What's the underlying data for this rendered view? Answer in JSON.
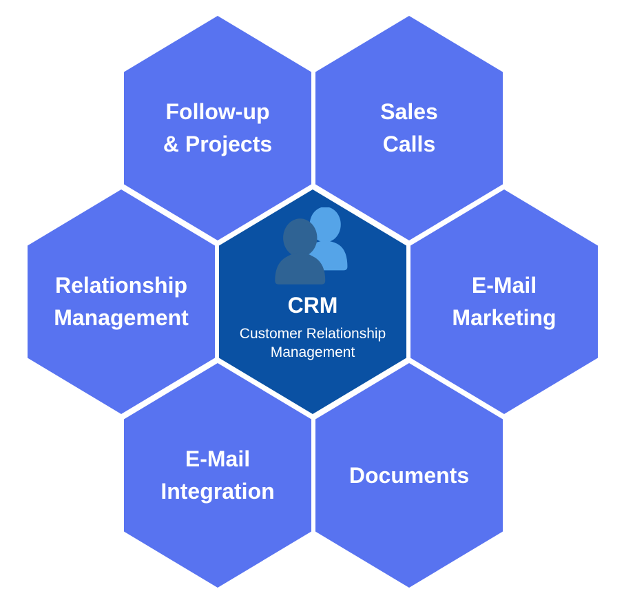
{
  "colors": {
    "background": "#FFFFFF",
    "satellite_fill": "#5873F0",
    "center_fill": "#0A51A3",
    "label_text": "#FFFFFF",
    "icon_front_person": "#2F6394",
    "icon_back_person": "#55A4E8"
  },
  "center_hex": {
    "title": "CRM",
    "subtitle_line1": "Customer Relationship",
    "subtitle_line2": "Management",
    "icon": "people-icon"
  },
  "satellites": [
    {
      "id": "follow-up-projects",
      "position": "top-left",
      "line1": "Follow-up",
      "line2": "& Projects"
    },
    {
      "id": "sales-calls",
      "position": "top-right",
      "line1": "Sales",
      "line2": "Calls"
    },
    {
      "id": "relationship-management",
      "position": "middle-left",
      "line1": "Relationship",
      "line2": "Management"
    },
    {
      "id": "e-mail-marketing",
      "position": "middle-right",
      "line1": "E-Mail",
      "line2": "Marketing"
    },
    {
      "id": "e-mail-integration",
      "position": "bottom-left",
      "line1": "E-Mail",
      "line2": "Integration"
    },
    {
      "id": "documents",
      "position": "bottom-right",
      "line1": "Documents",
      "line2": ""
    }
  ]
}
